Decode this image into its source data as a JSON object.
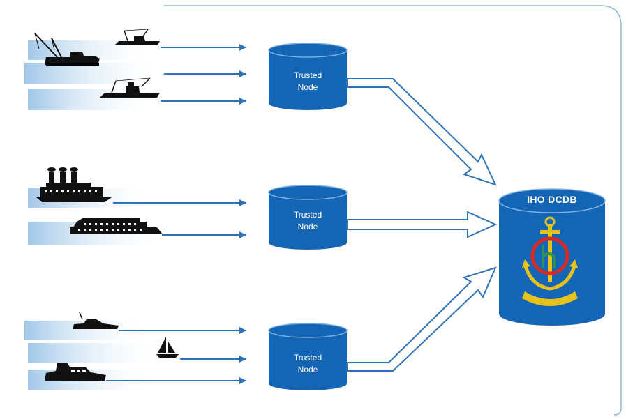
{
  "nodes": [
    {
      "label_line1": "Trusted",
      "label_line2": "Node"
    },
    {
      "label_line1": "Trusted",
      "label_line2": "Node"
    },
    {
      "label_line1": "Trusted",
      "label_line2": "Node"
    }
  ],
  "dcdb": {
    "label": "IHO DCDB"
  },
  "colors": {
    "node_blue": "#1565b7",
    "arrow_blue": "#2d73b8",
    "wake_blue": "#b9d6ef",
    "border": "#8fb7db",
    "ship_black": "#111111",
    "emblem_gold": "#e7c21a",
    "emblem_red": "#d62b25"
  },
  "groups": [
    {
      "vessels": [
        "crane-cargo-ship",
        "trawler",
        "fishing-boat"
      ]
    },
    {
      "vessels": [
        "steamship",
        "cruise-ship"
      ]
    },
    {
      "vessels": [
        "motor-yacht",
        "sailboat",
        "cabin-cruiser"
      ]
    }
  ]
}
